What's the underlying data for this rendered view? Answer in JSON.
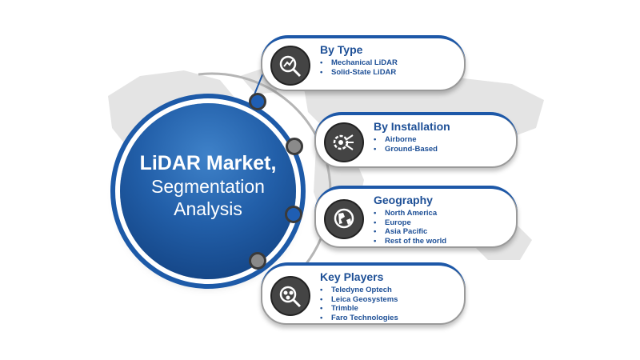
{
  "hub": {
    "title": "LiDAR Market,",
    "subtitle_line1": "Segmentation",
    "subtitle_line2": "Analysis"
  },
  "colors": {
    "brand_blue": "#1d58a8",
    "dark_circle": "#444444"
  },
  "cards": [
    {
      "title": "By Type",
      "icon": "magnifier-chart-icon",
      "items": [
        "Mechanical LiDAR",
        "Solid-State LiDAR"
      ]
    },
    {
      "title": "By Installation",
      "icon": "gear-network-icon",
      "items": [
        "Airborne",
        "Ground-Based"
      ]
    },
    {
      "title": "Geography",
      "icon": "globe-icon",
      "items": [
        "North America",
        "Europe",
        "Asia Pacific",
        "Rest of the world"
      ]
    },
    {
      "title": "Key Players",
      "icon": "people-network-icon",
      "items": [
        "Teledyne Optech",
        "Leica Geosystems",
        "Trimble",
        "Faro Technologies"
      ]
    }
  ]
}
